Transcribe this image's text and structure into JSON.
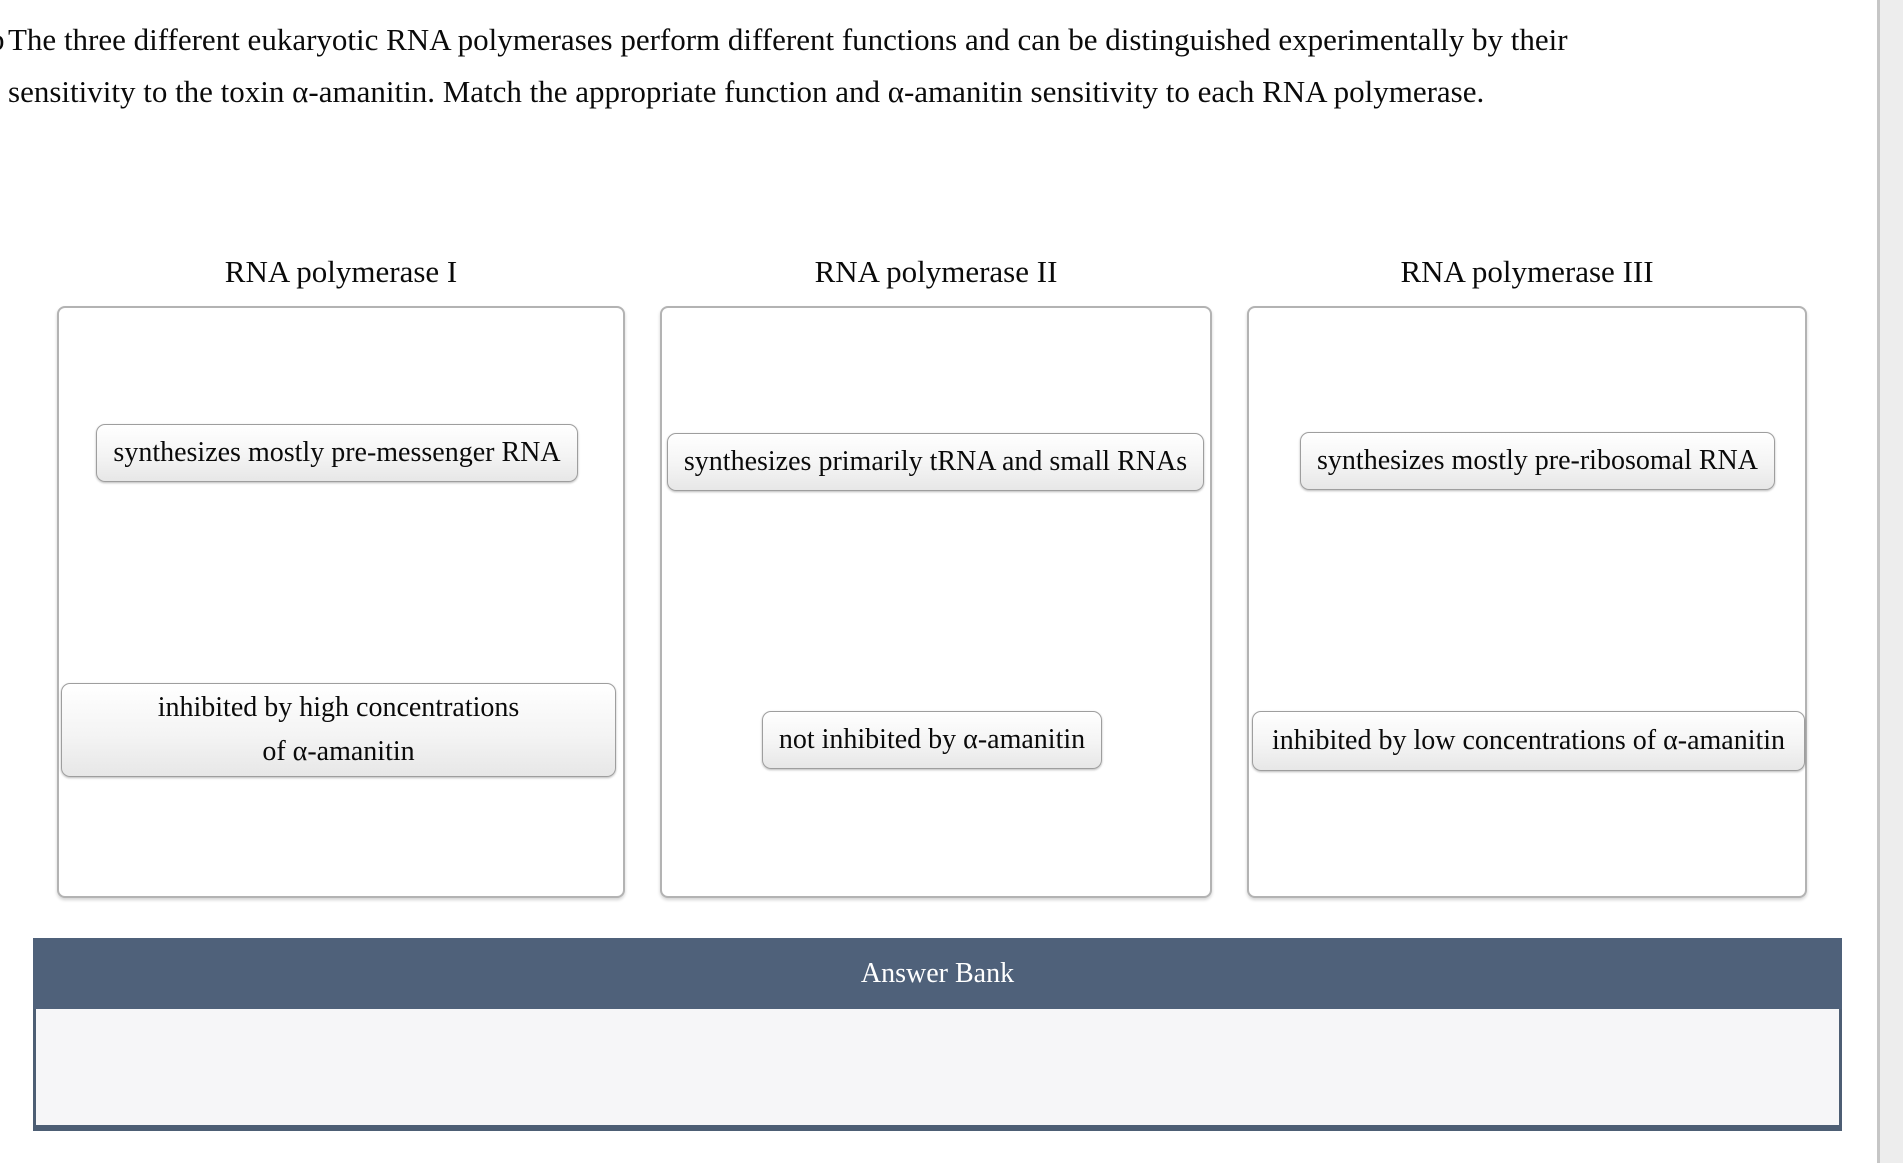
{
  "question": {
    "clipped_glyph": "b",
    "line1": "The three different eukaryotic RNA polymerases perform different functions and can be distinguished experimentally by their",
    "line2": "sensitivity to the toxin α-amanitin. Match the appropriate function and α-amanitin sensitivity to each RNA polymerase."
  },
  "columns": [
    {
      "title": "RNA polymerase I",
      "chips": [
        {
          "line1": "synthesizes mostly pre-messenger RNA",
          "line2": ""
        },
        {
          "line1": "inhibited by high concentrations",
          "line2": "of α-amanitin"
        }
      ]
    },
    {
      "title": "RNA polymerase II",
      "chips": [
        {
          "line1": "synthesizes primarily tRNA and small RNAs",
          "line2": ""
        },
        {
          "line1": "not inhibited by α-amanitin",
          "line2": ""
        }
      ]
    },
    {
      "title": "RNA polymerase III",
      "chips": [
        {
          "line1": "synthesizes mostly pre-ribosomal RNA",
          "line2": ""
        },
        {
          "line1": "inhibited by low concentrations of α-amanitin",
          "line2": ""
        }
      ]
    }
  ],
  "answer_bank": {
    "title": "Answer Bank"
  },
  "colors": {
    "header_bar": "#4f617a",
    "bank_border": "#4d5e74",
    "box_border": "#b3b3b3",
    "chip_border": "#9e9e9e"
  }
}
